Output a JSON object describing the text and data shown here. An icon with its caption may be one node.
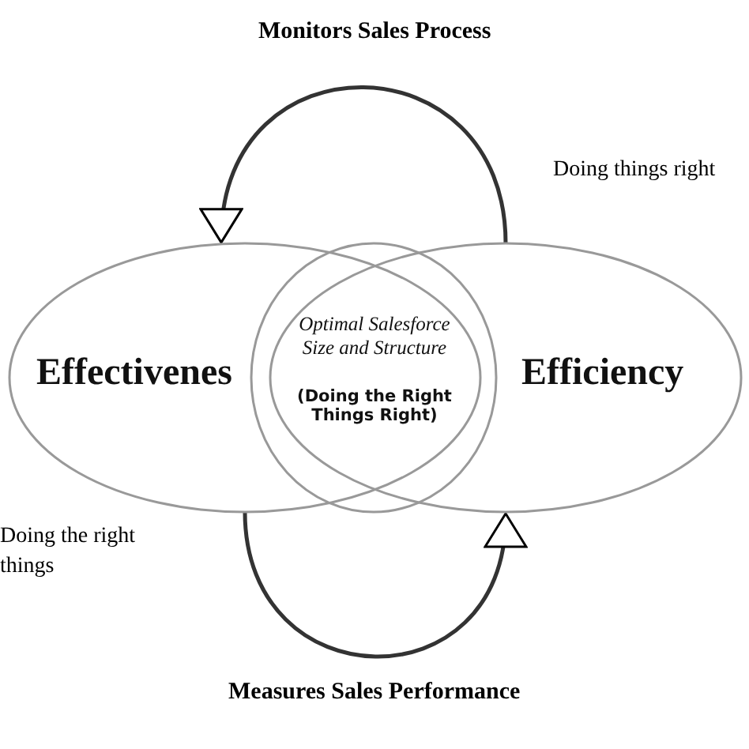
{
  "diagram": {
    "nodes": [
      {
        "text": [
          "Effectivenes"
        ],
        "beside": [
          "Doing the right things"
        ]
      },
      {
        "text": [
          "Efficiency"
        ],
        "beside": [
          "Doing things right"
        ]
      },
      {
        "text": [
          "Optimal Salesforce Size and Structure",
          "(Doing the Right Things Right)"
        ]
      }
    ],
    "edges": [
      {
        "from": 1,
        "to": 0,
        "arrow": "to",
        "label": "Monitors Sales Process"
      },
      {
        "from": 0,
        "to": 1,
        "arrow": "to",
        "label": "Measures Sales Performance"
      }
    ]
  }
}
